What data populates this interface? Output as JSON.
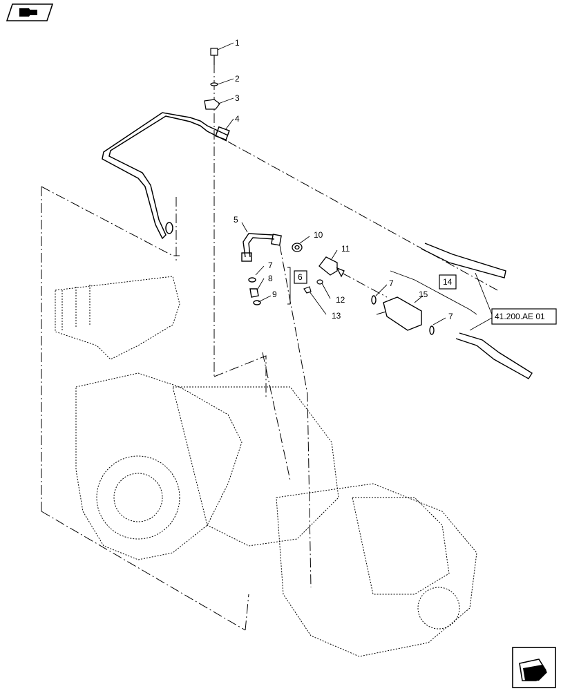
{
  "nav": {
    "prev_icon": "arrow-back-icon",
    "next_icon": "arrow-forward-icon"
  },
  "callouts": [
    "1",
    "2",
    "3",
    "4",
    "5",
    "6",
    "7",
    "8",
    "9",
    "10",
    "11",
    "12",
    "13",
    "14",
    "15"
  ],
  "labels": {
    "c1": "1",
    "c2": "2",
    "c3": "3",
    "c4": "4",
    "c5": "5",
    "c6": "6",
    "c7a": "7",
    "c8": "8",
    "c9": "9",
    "c10": "10",
    "c11": "11",
    "c12": "12",
    "c13": "13",
    "c14": "14",
    "c15": "15",
    "c7b": "7",
    "c7c": "7"
  },
  "reference": "41.200.AE 01",
  "colors": {
    "line": "#000000",
    "background": "#ffffff"
  }
}
